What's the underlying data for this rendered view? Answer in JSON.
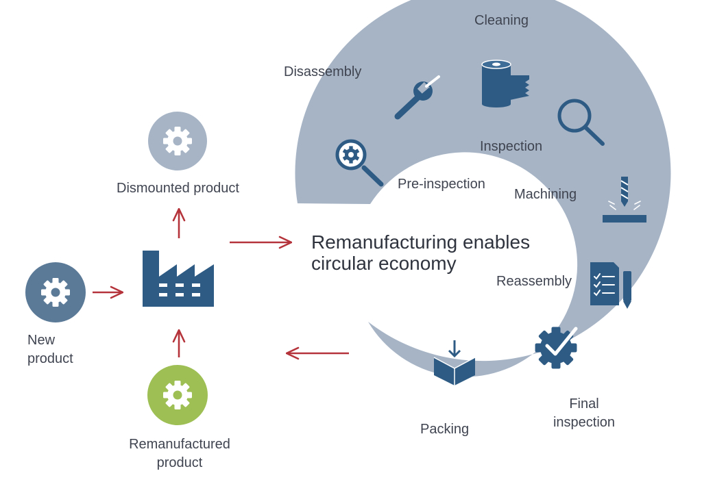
{
  "colors": {
    "ring": "#a6b4c6",
    "icon_dark": "#2e5b84",
    "arrow": "#b5343b",
    "new_product_circle": "#5b7a98",
    "dismounted_circle": "#a6b4c6",
    "remanufactured_circle": "#9dbf54",
    "text": "#3f4450"
  },
  "icons": {
    "factory": "factory-icon",
    "gear": "gear-icon",
    "pre_inspection": "magnifier-gear-icon",
    "disassembly": "wrench-icon",
    "cleaning": "paper-roll-icon",
    "inspection": "magnifier-icon",
    "machining": "drill-icon",
    "reassembly": "checklist-clipboard-icon",
    "final_inspection": "gear-check-icon",
    "packing": "box-icon"
  },
  "center_title": {
    "line1": "Remanufacturing enables",
    "line2": "circular economy"
  },
  "products": {
    "dismounted": "Dismounted product",
    "new_line1": "New",
    "new_line2": "product",
    "reman_line1": "Remanufactured",
    "reman_line2": "product"
  },
  "steps": {
    "cleaning": "Cleaning",
    "disassembly": "Disassembly",
    "inspection": "Inspection",
    "pre_inspection": "Pre-inspection",
    "machining": "Machining",
    "reassembly": "Reassembly",
    "final_line1": "Final",
    "final_line2": "inspection",
    "packing": "Packing"
  }
}
